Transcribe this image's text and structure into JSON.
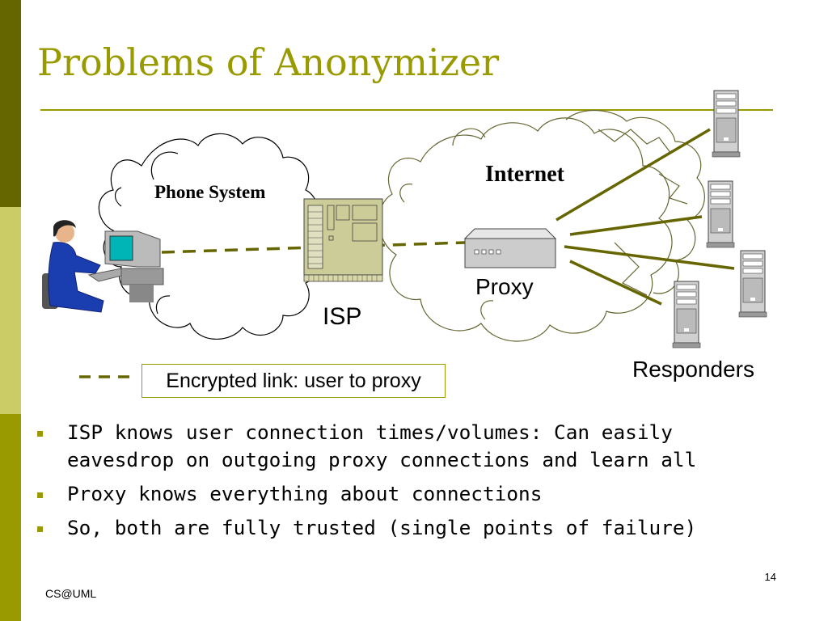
{
  "slide": {
    "title": "Problems of Anonymizer",
    "page_number": "14",
    "footer": "CS@UML"
  },
  "diagram": {
    "phone_system_label": "Phone System",
    "internet_label": "Internet",
    "isp_label": "ISP",
    "proxy_label": "Proxy",
    "responders_label": "Responders",
    "legend_text": "Encrypted link: user to proxy"
  },
  "bullets": [
    "ISP knows user connection times/volumes: Can easily eavesdrop on outgoing proxy connections and learn all",
    "Proxy knows everything about connections",
    "So, both are fully trusted (single points of failure)"
  ],
  "colors": {
    "accent": "#999900",
    "accent_dark": "#666600",
    "accent_light": "#cccc66",
    "link_line": "#666600"
  }
}
